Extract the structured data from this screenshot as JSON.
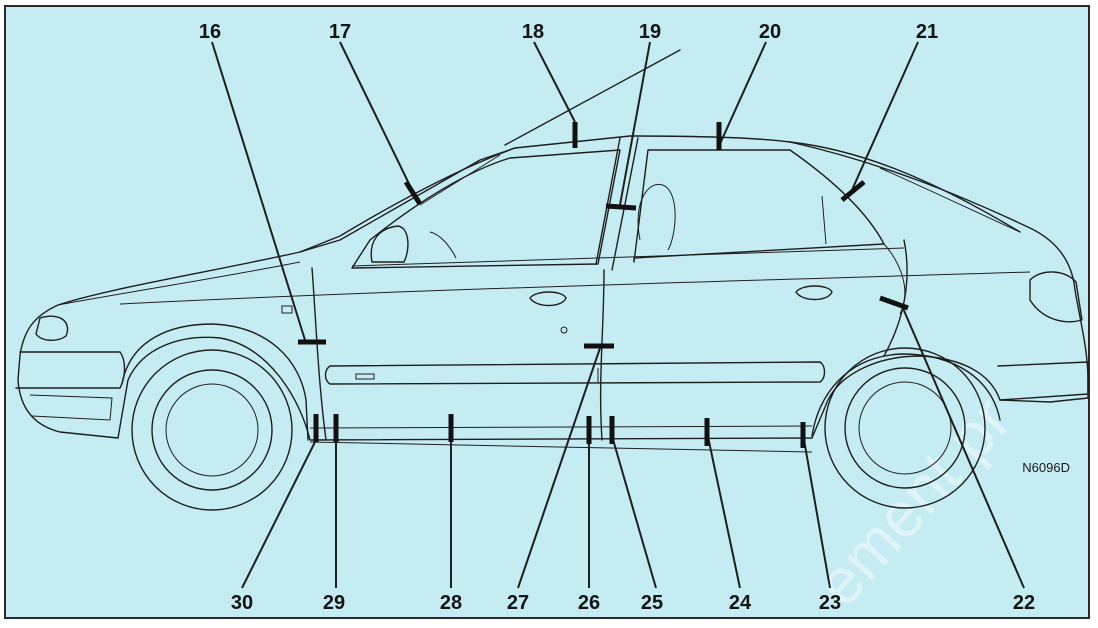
{
  "figure_code": "N6096D",
  "watermark_text": "ement pr",
  "colors": {
    "background": "#c6ecf3",
    "border": "#2a2a2a",
    "lines": "#1e1e1e",
    "markers": "#111111"
  },
  "top_labels": [
    "16",
    "17",
    "18",
    "19",
    "20",
    "21"
  ],
  "bottom_labels": [
    "30",
    "29",
    "28",
    "27",
    "26",
    "25",
    "24",
    "23",
    "22"
  ]
}
